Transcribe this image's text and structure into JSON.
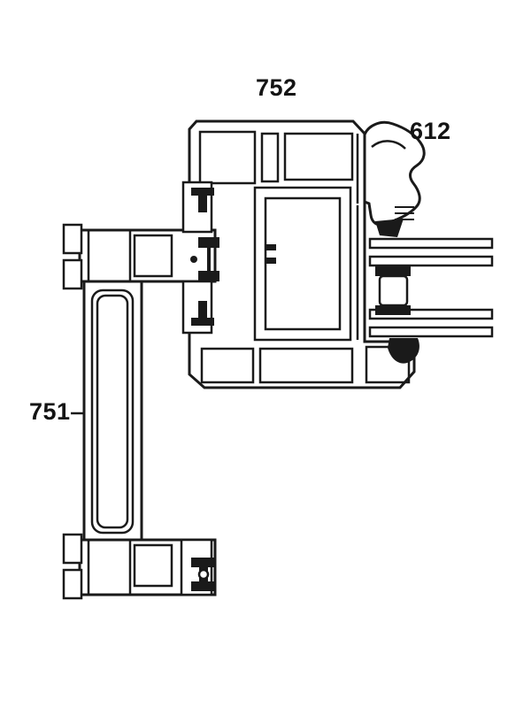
{
  "diagram": {
    "type": "window-profile-cross-section",
    "background_color": "#ffffff",
    "line_color": "#1a1a1a",
    "labels": [
      {
        "id": "top-frame-profile",
        "text": "752"
      },
      {
        "id": "glazing-bead-profile",
        "text": "612"
      },
      {
        "id": "left-sash-profile",
        "text": "751"
      }
    ]
  }
}
